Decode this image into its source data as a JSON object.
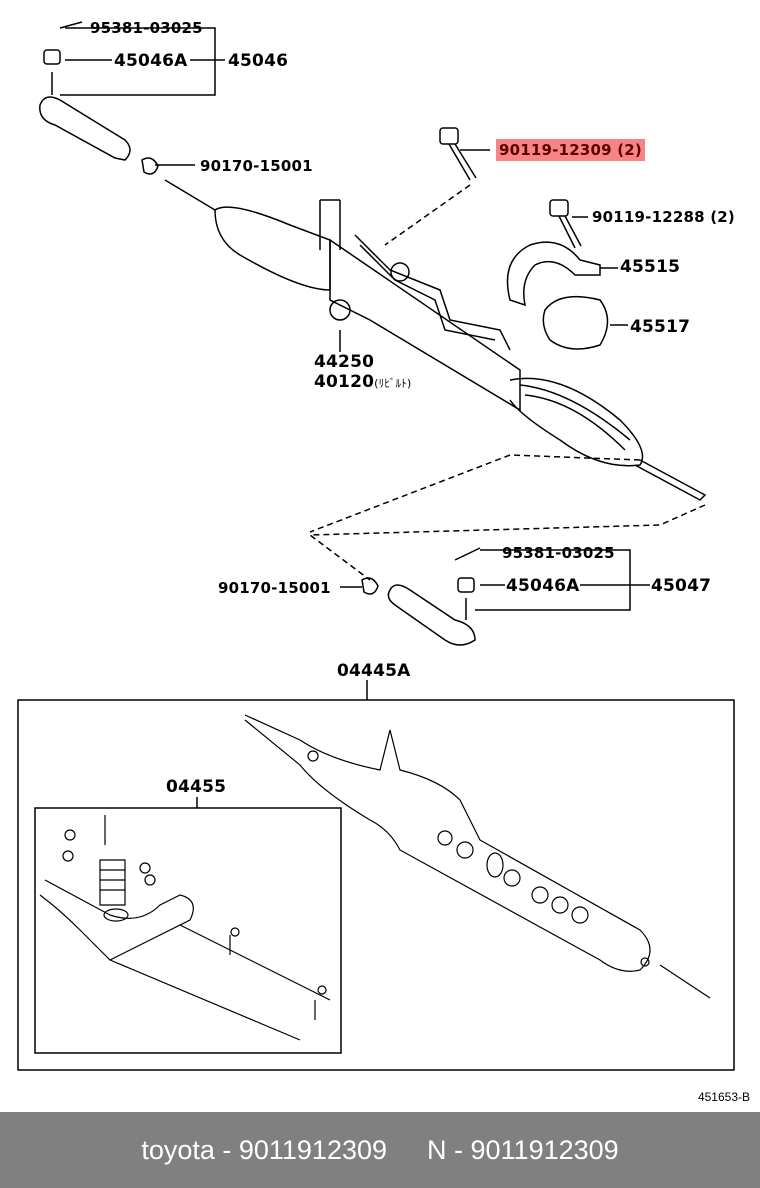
{
  "labels": {
    "p95381_top": "95381-03025",
    "p45046A_top": "45046A",
    "p45046": "45046",
    "p90170_top": "90170-15001",
    "p90119_12309": "90119-12309",
    "p90119_12309_qty": "(2)",
    "p90119_12288": "90119-12288 (2)",
    "p45515": "45515",
    "p45517": "45517",
    "p44250": "44250",
    "p40120": "40120",
    "p40120_note": "(ﾘﾋﾞﾙﾄ)",
    "p95381_bottom": "95381-03025",
    "p45046A_bottom": "45046A",
    "p45047": "45047",
    "p90170_bottom": "90170-15001",
    "p04445A": "04445A",
    "p04455": "04455"
  },
  "diagram_code": "451653-B",
  "footer": {
    "left": "toyota - 9011912309",
    "right": "N - 9011912309"
  },
  "highlight_color": "#f88585"
}
